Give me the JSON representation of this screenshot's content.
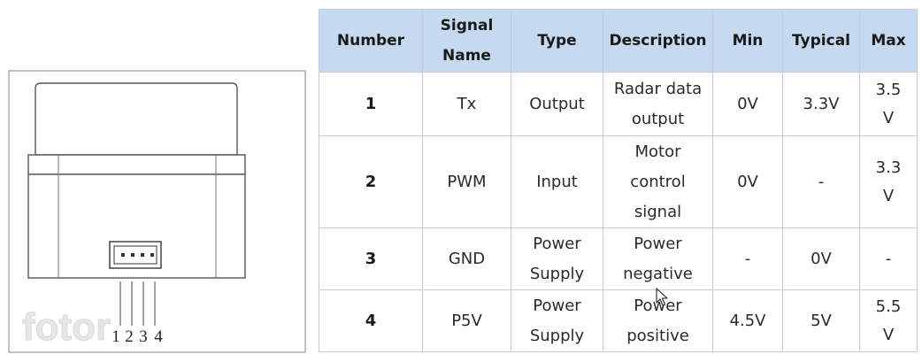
{
  "figure": {
    "pin_labels": [
      "1",
      "2",
      "3",
      "4"
    ],
    "watermark": "fotor"
  },
  "table": {
    "headers": [
      {
        "key": "number",
        "label": "Number"
      },
      {
        "key": "signal_name",
        "label": "Signal Name"
      },
      {
        "key": "type",
        "label": "Type"
      },
      {
        "key": "description",
        "label": "Description"
      },
      {
        "key": "min",
        "label": "Min"
      },
      {
        "key": "typical",
        "label": "Typical"
      },
      {
        "key": "max",
        "label": "Max"
      }
    ],
    "rows": [
      {
        "number": "1",
        "signal_name": "Tx",
        "type": "Output",
        "description": "Radar data output",
        "min": "0V",
        "typical": "3.3V",
        "max": "3.5 V"
      },
      {
        "number": "2",
        "signal_name": "PWM",
        "type": "Input",
        "description": "Motor control signal",
        "min": "0V",
        "typical": "-",
        "max": "3.3 V"
      },
      {
        "number": "3",
        "signal_name": "GND",
        "type": "Power Supply",
        "description": "Power negative",
        "min": "-",
        "typical": "0V",
        "max": "-"
      },
      {
        "number": "4",
        "signal_name": "P5V",
        "type": "Power Supply",
        "description": "Power positive",
        "min": "4.5V",
        "typical": "5V",
        "max": "5.5 V"
      }
    ]
  }
}
